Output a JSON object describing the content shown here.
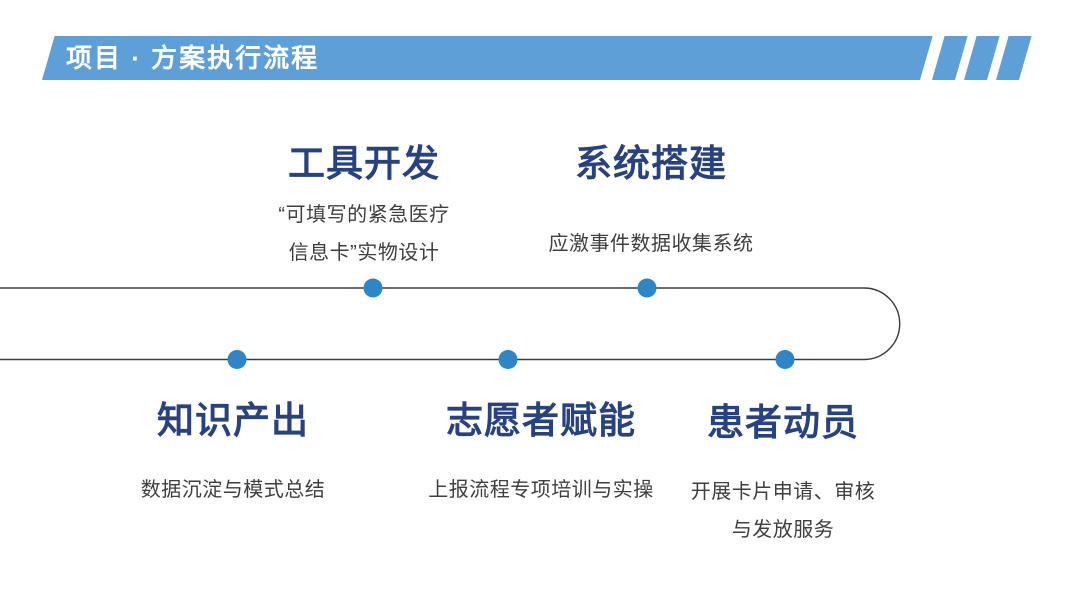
{
  "colors": {
    "accent": "#5F9FD8",
    "dot": "#2F86C6",
    "heading": "#28427F",
    "body_text": "#3F3F3F",
    "line": "#3B3B3B"
  },
  "header": {
    "title": "项目 · 方案执行流程"
  },
  "flow": {
    "top": [
      {
        "title": "工具开发",
        "desc1": "“可填写的紧急医疗",
        "desc2": "信息卡”实物设计"
      },
      {
        "title": "系统搭建",
        "desc1": "应激事件数据收集系统"
      }
    ],
    "bottom": [
      {
        "title": "知识产出",
        "desc1": "数据沉淀与模式总结"
      },
      {
        "title": "志愿者赋能",
        "desc1": "上报流程专项培训与实操"
      },
      {
        "title": "患者动员",
        "desc1": "开展卡片申请、审核",
        "desc2": "与发放服务"
      }
    ]
  }
}
